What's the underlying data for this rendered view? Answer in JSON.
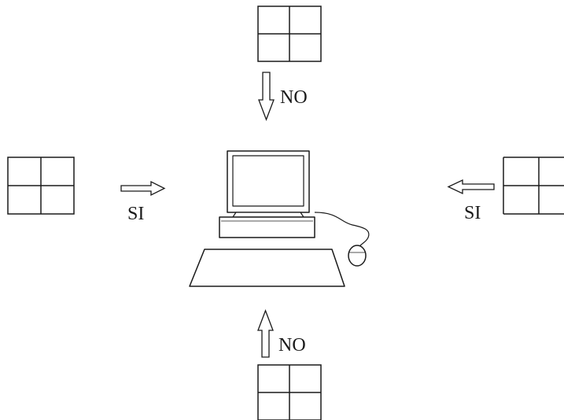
{
  "diagram": {
    "labels": {
      "top": "NO",
      "left": "SI",
      "right": "SI",
      "bottom": "NO"
    },
    "colors": {
      "stroke": "#1a1a1a",
      "background": "#ffffff"
    },
    "icons": {
      "window_panel": "four-pane-window-icon",
      "computer": "desktop-computer-icon",
      "arrow": "hollow-arrow-icon"
    }
  }
}
